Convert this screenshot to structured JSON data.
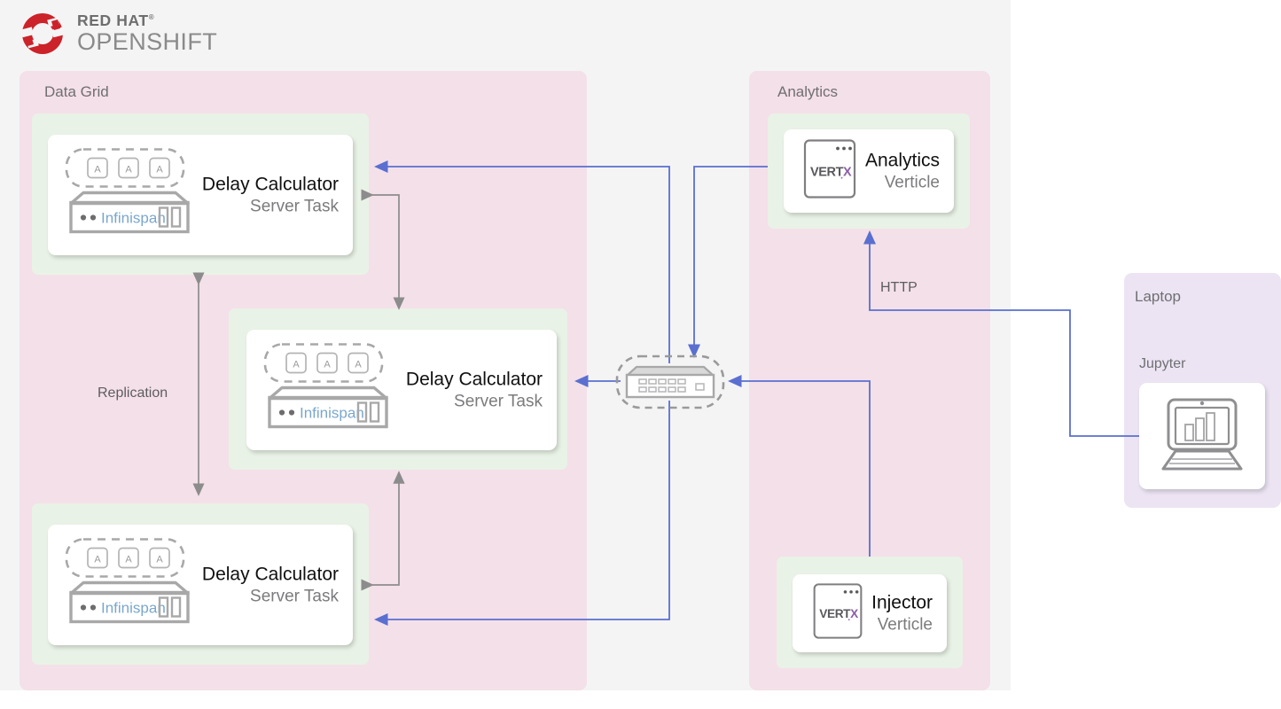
{
  "logo": {
    "brand_line1": "RED HAT",
    "trademark": "®",
    "brand_line2": "OPENSHIFT",
    "mark_name": "redhat-logo-icon",
    "mark_color": "#cc2229",
    "text_color": "#8a8a8a"
  },
  "colors": {
    "canvas": "#f4f4f5",
    "panel_pink": "#f4e0e9",
    "panel_purple": "#ece4f3",
    "deployment_green": "#e9f2e6",
    "card_white": "#ffffff",
    "wire_blue": "#5a6fd0",
    "wire_gray": "#8c8c8c",
    "icon_gray": "#9a9a9a",
    "text_dark": "#101010",
    "text_muted": "#7b7b7e",
    "vertx_purple": "#8a5fa8",
    "infinispan_blue": "#7ba7cc"
  },
  "panels": [
    {
      "id": "data-grid",
      "label": "Data Grid"
    },
    {
      "id": "analytics",
      "label": "Analytics"
    },
    {
      "id": "laptop",
      "label": "Laptop"
    }
  ],
  "nodes": [
    {
      "id": "delay-calculator-1",
      "title": "Delay Calculator",
      "subtitle": "Server Task",
      "icon": "infinispan-server-icon",
      "group": "data-grid"
    },
    {
      "id": "delay-calculator-2",
      "title": "Delay Calculator",
      "subtitle": "Server Task",
      "icon": "infinispan-server-icon",
      "group": "data-grid"
    },
    {
      "id": "delay-calculator-3",
      "title": "Delay Calculator",
      "subtitle": "Server Task",
      "icon": "infinispan-server-icon",
      "group": "data-grid"
    },
    {
      "id": "analytics-verticle",
      "title": "Analytics",
      "subtitle": "Verticle",
      "icon": "vertx-icon",
      "group": "analytics"
    },
    {
      "id": "injector-verticle",
      "title": "Injector",
      "subtitle": "Verticle",
      "icon": "vertx-icon",
      "group": "analytics"
    },
    {
      "id": "jupyter-laptop",
      "title": "Jupyter",
      "subtitle": "",
      "icon": "laptop-chart-icon",
      "group": "laptop"
    }
  ],
  "infinispan": {
    "wordmark": "Infinispan",
    "cache_entry_label": "A",
    "cache_entry_count": 3
  },
  "vertx": {
    "wordmark_main": "VERT",
    "wordmark_x": "X",
    "wordmark_dot": "."
  },
  "switch": {
    "id": "network-switch",
    "icon": "network-switch-icon"
  },
  "edges": [
    {
      "id": "replication",
      "label": "Replication",
      "style": "gray-double-arrow"
    },
    {
      "id": "http",
      "label": "HTTP",
      "style": "blue-arrow"
    }
  ],
  "labels": {
    "replication": "Replication",
    "http": "HTTP",
    "jupyter": "Jupyter"
  }
}
